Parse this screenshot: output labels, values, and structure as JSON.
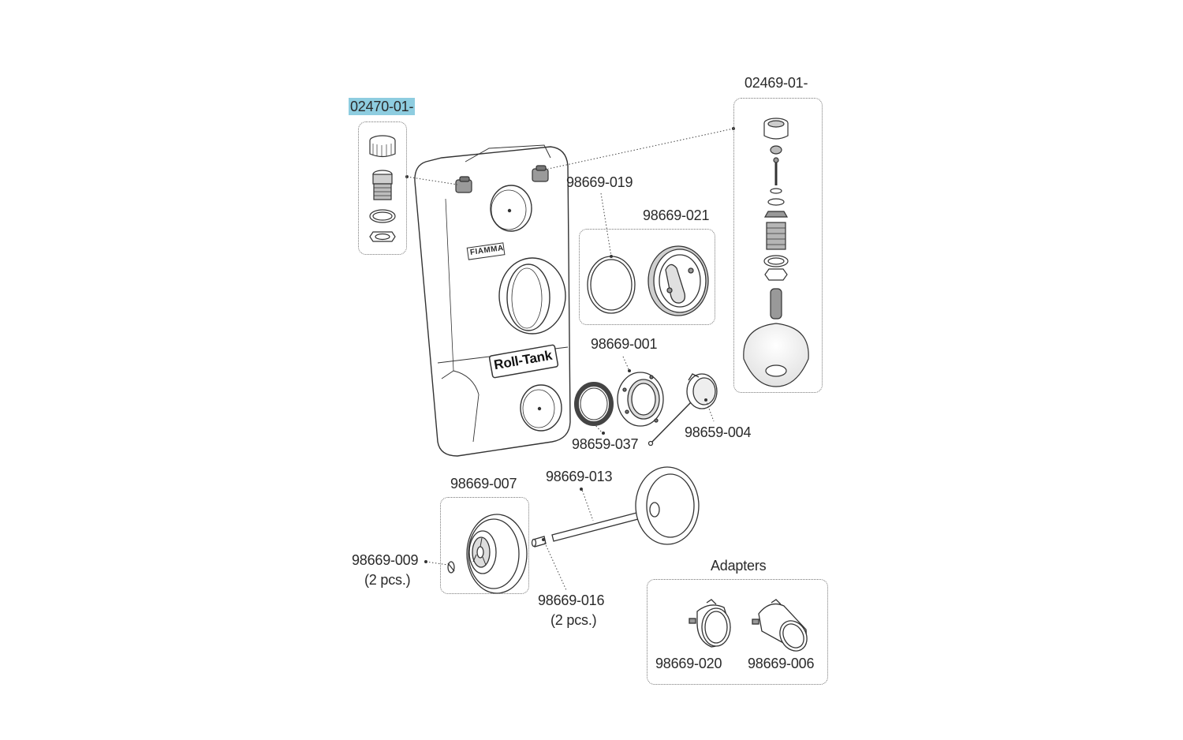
{
  "labels": {
    "kit_top_left": "02470-01-",
    "kit_top_right": "02469-01-",
    "gasket_ring": "98669-019",
    "cap_large": "98669-021",
    "flange": "98669-001",
    "o_ring": "98659-037",
    "cap_tether": "98659-004",
    "axle": "98669-013",
    "wheel": "98669-007",
    "clip": "98669-009",
    "clip_qty": "(2 pcs.)",
    "axle_pin": "98669-016",
    "axle_pin_qty": "(2 pcs.)",
    "adapters_title": "Adapters",
    "adapter_straight": "98669-020",
    "adapter_angled": "98669-006",
    "tank_brand": "FIAMMA",
    "tank_name": "Roll-Tank"
  },
  "colors": {
    "line": "#333333",
    "highlight": "#8ecde0",
    "text": "#2a2a2a",
    "background": "#ffffff"
  }
}
